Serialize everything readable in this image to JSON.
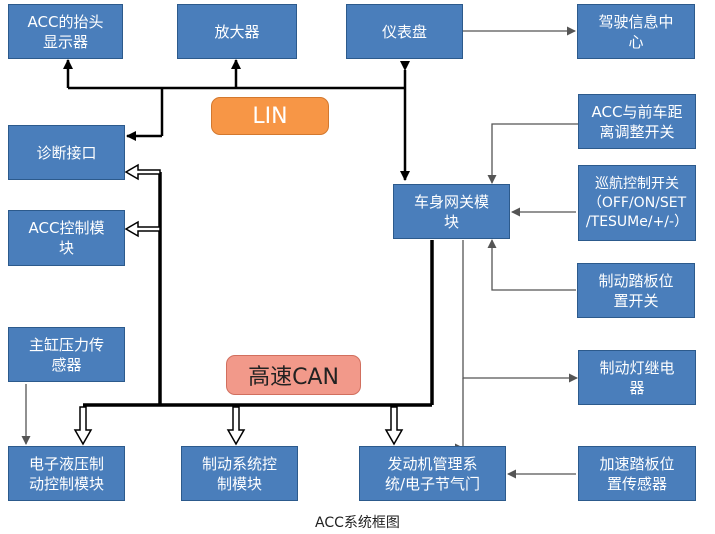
{
  "colors": {
    "box_fill": "#4a7ebb",
    "box_border": "#2c5a8c",
    "box_text": "#ffffff",
    "lin_fill": "#f79646",
    "can_fill": "#f2998a",
    "line_dark": "#000000",
    "line_gray": "#555555"
  },
  "bus": {
    "lin": "LIN",
    "can": "高速CAN"
  },
  "boxes": {
    "hud": "ACC的抬头\n显示器",
    "amplifier": "放大器",
    "cluster": "仪表盘",
    "driver_info": "驾驶信息中\n心",
    "diagnostic": "诊断接口",
    "acc_module": "ACC控制模\n块",
    "distance_switch": "ACC与前车距\n离调整开关",
    "gateway": "车身网关模\n块",
    "cruise_switch": "巡航控制开关\n（OFF/ON/SET\n/TESUMe/+/-）",
    "brake_pedal_switch": "制动踏板位\n置开关",
    "master_cyl_sensor": "主缸压力传\n感器",
    "brake_lamp_relay": "制动灯继电\n器",
    "ehb_module": "电子液压制\n动控制模块",
    "brake_system_module": "制动系统控\n制模块",
    "engine_mgmt": "发动机管理系\n统/电子节气门",
    "accel_pedal_sensor": "加速踏板位\n置传感器"
  },
  "caption": "ACC系统框图"
}
